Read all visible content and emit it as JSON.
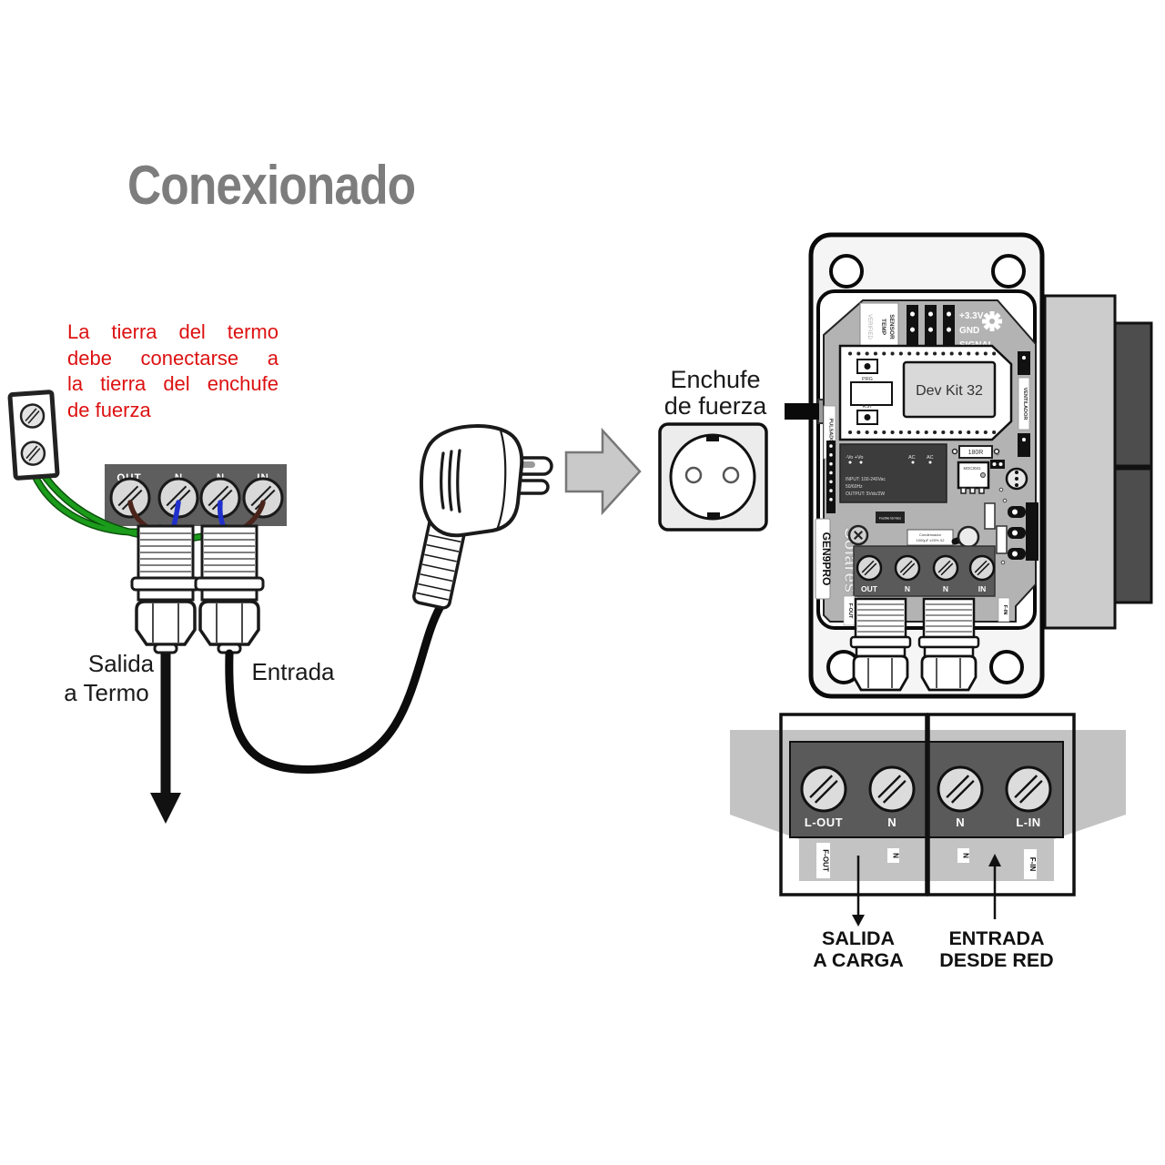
{
  "title": "Conexionado",
  "note": {
    "color": "#dd1111",
    "lines": [
      "La tierra del termo",
      "debe conectarse a",
      "la tierra del enchufe",
      "de fuerza"
    ]
  },
  "colors": {
    "title_gray": "#7d7d7d",
    "note_red": "#dd1111",
    "wire_earth_green": "#1b9c1b",
    "wire_neutral_blue": "#2030cc",
    "wire_live_brown": "#4a241b",
    "terminal_block_gray": "#5e5e5e",
    "block_arrow_gray": "#c9c9c9"
  },
  "left_diagram": {
    "terminal_labels": [
      "OUT",
      "N",
      "N",
      "IN"
    ],
    "salida_lines": [
      "Salida",
      "a Termo"
    ],
    "entrada_label": "Entrada"
  },
  "socket": {
    "label_lines": [
      "Enchufe",
      "de fuerza"
    ]
  },
  "device": {
    "verified_label": "VERIFIED",
    "temp_label": "TEMP",
    "sensor_label": "SENSOR",
    "pin_labels": [
      "+3.3V",
      "GND",
      "SIGNAL"
    ],
    "pulsador_label": "PULSADOR",
    "ventilador_label": "VENTILADOR",
    "prg_label": "PRG",
    "rst_label": "RST",
    "devkit_label": "Dev Kit 32",
    "psu": {
      "neg_pos": "-Vo  +Vo",
      "ac1": "AC",
      "ac2": "AC",
      "input_line": "INPUT: 100-240Vac",
      "freq_line": "50/60Hz",
      "output_line": "OUTPUT: 5Vdc/2W"
    },
    "brand_watermark": "SolaresTV",
    "model": "GEN9PRO",
    "fuse_label": "Fusible térmico",
    "cap_label_lines": [
      "Condensador",
      "1000µF ±20% X2"
    ],
    "resistor_label": "180R",
    "opto_label": "MOC3041",
    "plus_mark": "+",
    "terminal_labels": [
      "OUT",
      "N",
      "N",
      "IN"
    ],
    "gland_labels": [
      "F-OUT",
      "F-IN"
    ]
  },
  "detail": {
    "terminal_labels": [
      "L-OUT",
      "N",
      "N",
      "L-IN"
    ],
    "pcb_labels": [
      "F-OUT",
      "N",
      "N",
      "F-IN"
    ],
    "salida_lines": [
      "SALIDA",
      "A CARGA"
    ],
    "entrada_lines": [
      "ENTRADA",
      "DESDE RED"
    ]
  }
}
